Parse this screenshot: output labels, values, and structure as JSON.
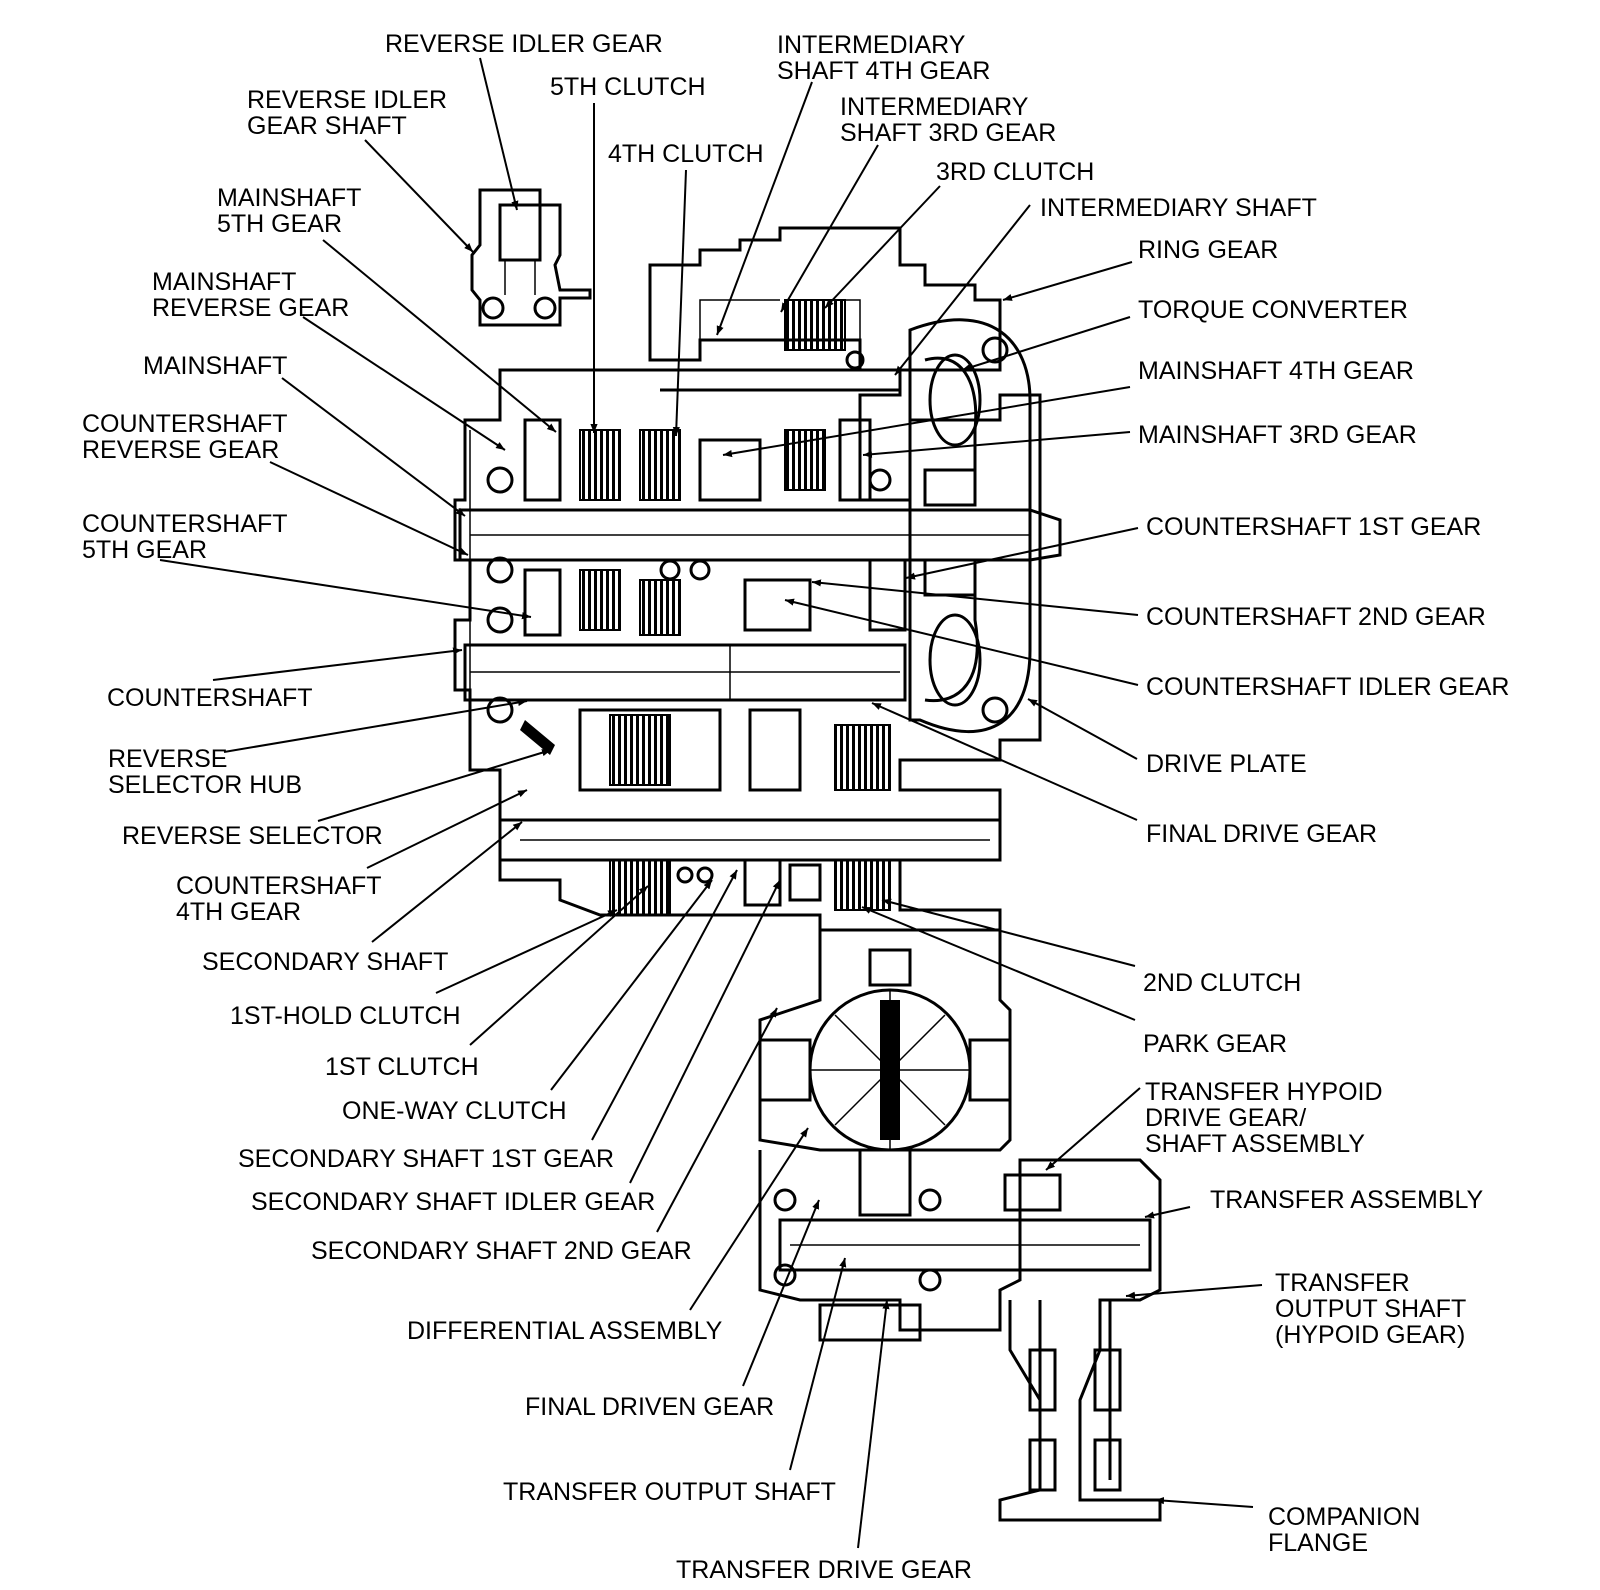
{
  "labels": [
    {
      "id": "reverse-idler-gear",
      "lines": [
        "REVERSE IDLER GEAR"
      ]
    },
    {
      "id": "5th-clutch",
      "lines": [
        "5TH CLUTCH"
      ]
    },
    {
      "id": "intermediary-shaft-4th-gear",
      "lines": [
        "INTERMEDIARY",
        "SHAFT 4TH GEAR"
      ]
    },
    {
      "id": "reverse-idler-gear-shaft",
      "lines": [
        "REVERSE IDLER",
        "GEAR SHAFT"
      ]
    },
    {
      "id": "intermediary-shaft-3rd-gear",
      "lines": [
        "INTERMEDIARY",
        "SHAFT 3RD GEAR"
      ]
    },
    {
      "id": "4th-clutch",
      "lines": [
        "4TH CLUTCH"
      ]
    },
    {
      "id": "3rd-clutch",
      "lines": [
        "3RD CLUTCH"
      ]
    },
    {
      "id": "mainshaft-5th-gear",
      "lines": [
        "MAINSHAFT",
        "5TH GEAR"
      ]
    },
    {
      "id": "intermediary-shaft",
      "lines": [
        "INTERMEDIARY SHAFT"
      ]
    },
    {
      "id": "ring-gear",
      "lines": [
        "RING GEAR"
      ]
    },
    {
      "id": "mainshaft-reverse-gear",
      "lines": [
        "MAINSHAFT",
        "REVERSE GEAR"
      ]
    },
    {
      "id": "torque-converter",
      "lines": [
        "TORQUE CONVERTER"
      ]
    },
    {
      "id": "mainshaft",
      "lines": [
        "MAINSHAFT"
      ]
    },
    {
      "id": "mainshaft-4th-gear",
      "lines": [
        "MAINSHAFT 4TH GEAR"
      ]
    },
    {
      "id": "countershaft-reverse-gear",
      "lines": [
        "COUNTERSHAFT",
        "REVERSE GEAR"
      ]
    },
    {
      "id": "mainshaft-3rd-gear",
      "lines": [
        "MAINSHAFT 3RD GEAR"
      ]
    },
    {
      "id": "countershaft-5th-gear",
      "lines": [
        "COUNTERSHAFT",
        "5TH GEAR"
      ]
    },
    {
      "id": "countershaft-1st-gear",
      "lines": [
        "COUNTERSHAFT 1ST GEAR"
      ]
    },
    {
      "id": "countershaft-2nd-gear",
      "lines": [
        "COUNTERSHAFT 2ND GEAR"
      ]
    },
    {
      "id": "countershaft",
      "lines": [
        "COUNTERSHAFT"
      ]
    },
    {
      "id": "countershaft-idler-gear",
      "lines": [
        "COUNTERSHAFT IDLER GEAR"
      ]
    },
    {
      "id": "reverse-selector-hub",
      "lines": [
        "REVERSE",
        "SELECTOR HUB"
      ]
    },
    {
      "id": "drive-plate",
      "lines": [
        "DRIVE PLATE"
      ]
    },
    {
      "id": "reverse-selector",
      "lines": [
        "REVERSE SELECTOR"
      ]
    },
    {
      "id": "final-drive-gear",
      "lines": [
        "FINAL DRIVE GEAR"
      ]
    },
    {
      "id": "countershaft-4th-gear",
      "lines": [
        "COUNTERSHAFT",
        "4TH GEAR"
      ]
    },
    {
      "id": "secondary-shaft",
      "lines": [
        "SECONDARY SHAFT"
      ]
    },
    {
      "id": "2nd-clutch",
      "lines": [
        "2ND CLUTCH"
      ]
    },
    {
      "id": "1st-hold-clutch",
      "lines": [
        "1ST-HOLD CLUTCH"
      ]
    },
    {
      "id": "park-gear",
      "lines": [
        "PARK GEAR"
      ]
    },
    {
      "id": "1st-clutch",
      "lines": [
        "1ST CLUTCH"
      ]
    },
    {
      "id": "transfer-hypoid-drive-gear",
      "lines": [
        "TRANSFER HYPOID",
        "DRIVE GEAR/",
        "SHAFT ASSEMBLY"
      ]
    },
    {
      "id": "one-way-clutch",
      "lines": [
        "ONE-WAY CLUTCH"
      ]
    },
    {
      "id": "secondary-shaft-1st-gear",
      "lines": [
        "SECONDARY SHAFT 1ST GEAR"
      ]
    },
    {
      "id": "transfer-assembly",
      "lines": [
        "TRANSFER ASSEMBLY"
      ]
    },
    {
      "id": "secondary-shaft-idler-gear",
      "lines": [
        "SECONDARY SHAFT IDLER GEAR"
      ]
    },
    {
      "id": "secondary-shaft-2nd-gear",
      "lines": [
        "SECONDARY SHAFT 2ND GEAR"
      ]
    },
    {
      "id": "transfer-output-shaft-hypoid",
      "lines": [
        "TRANSFER",
        "OUTPUT SHAFT",
        "(HYPOID GEAR)"
      ]
    },
    {
      "id": "differential-assembly",
      "lines": [
        "DIFFERENTIAL ASSEMBLY"
      ]
    },
    {
      "id": "final-driven-gear",
      "lines": [
        "FINAL DRIVEN GEAR"
      ]
    },
    {
      "id": "transfer-output-shaft",
      "lines": [
        "TRANSFER OUTPUT SHAFT"
      ]
    },
    {
      "id": "companion-flange",
      "lines": [
        "COMPANION",
        "FLANGE"
      ]
    },
    {
      "id": "transfer-drive-gear",
      "lines": [
        "TRANSFER DRIVE GEAR"
      ]
    }
  ]
}
